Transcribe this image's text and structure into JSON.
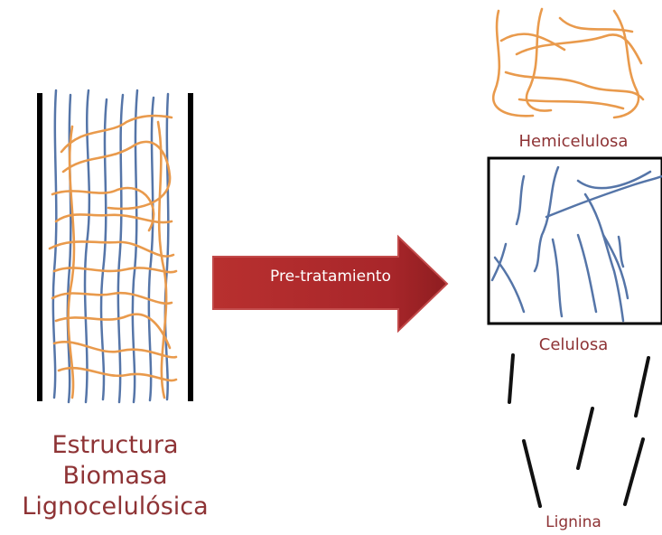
{
  "biomass": {
    "line1": "Estructura",
    "line2": "Biomasa",
    "line3": "Lignocelulósica"
  },
  "process": {
    "label": "Pre-tratamiento"
  },
  "components": {
    "hemicellulose": "Hemicelulosa",
    "cellulose": "Celulosa",
    "lignin": "Lignina"
  },
  "colors": {
    "caption_text": "#8e3335",
    "arrow_fill": "#a8262a",
    "cellulose_fiber": "#5575a8",
    "hemicellulose_fiber": "#e99a4c",
    "lignin_stroke": "#111111"
  }
}
